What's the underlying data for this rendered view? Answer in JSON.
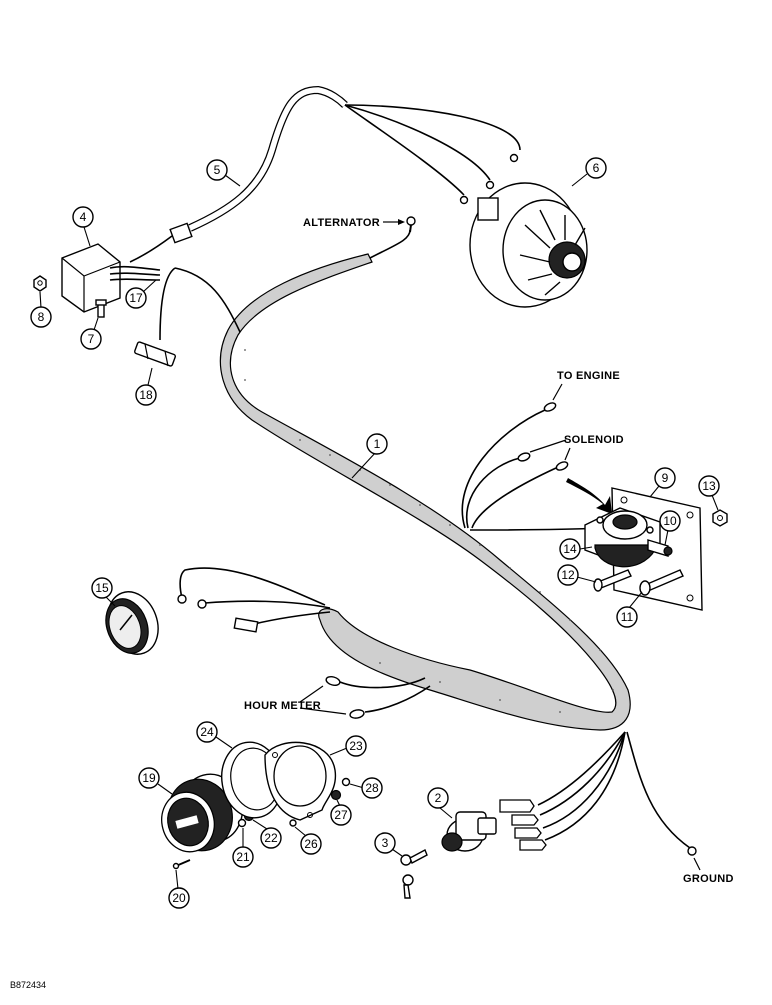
{
  "labels": {
    "alternator": "ALTERNATOR",
    "to_engine": "TO ENGINE",
    "solenoid": "SOLENOID",
    "hour_meter": "HOUR METER",
    "ground": "GROUND"
  },
  "reference_code": "B872434",
  "callouts": [
    "1",
    "2",
    "3",
    "4",
    "5",
    "6",
    "7",
    "8",
    "9",
    "10",
    "11",
    "12",
    "13",
    "14",
    "15",
    "17",
    "18",
    "19",
    "20",
    "21",
    "22",
    "23",
    "24",
    "26",
    "27",
    "28"
  ]
}
